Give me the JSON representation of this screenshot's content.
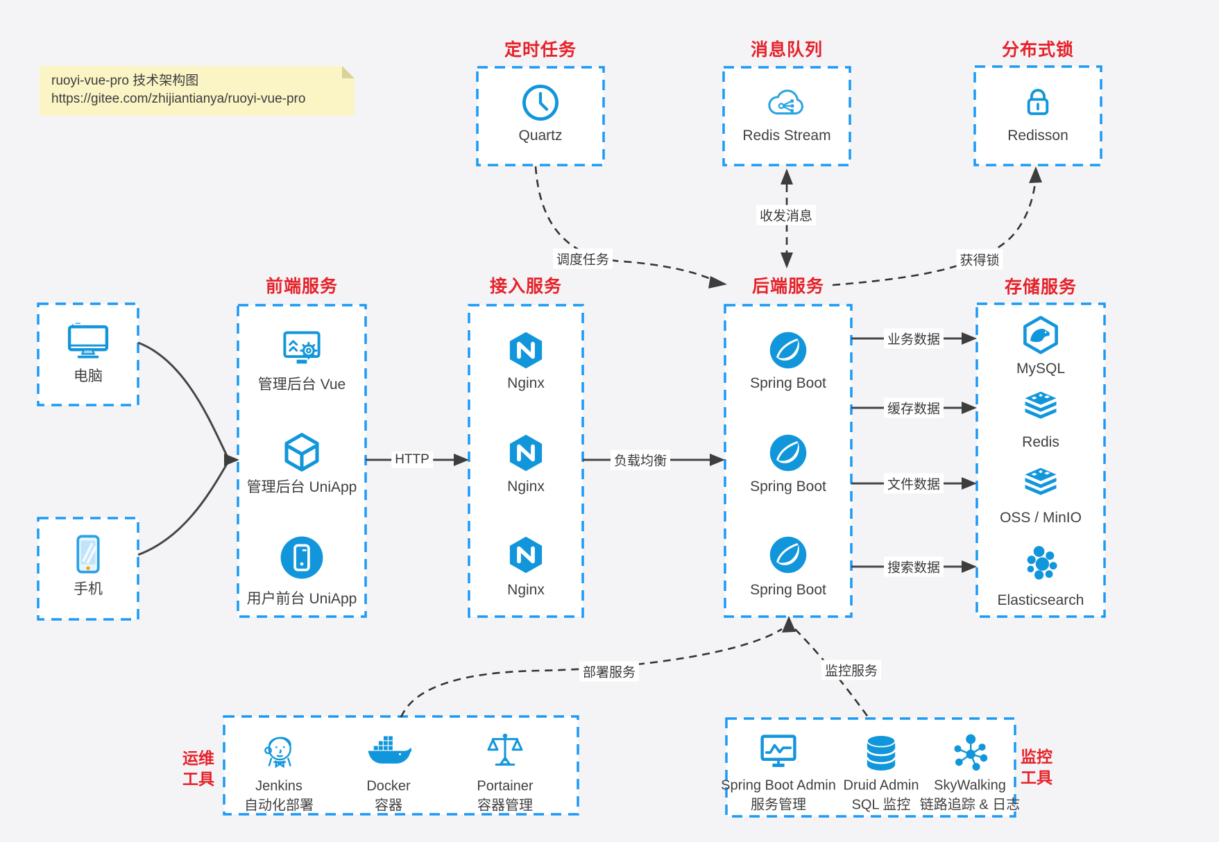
{
  "note": {
    "line1": "ruoyi-vue-pro 技术架构图",
    "line2": "https://gitee.com/zhijiantianya/ruoyi-vue-pro"
  },
  "colors": {
    "border_blue": "#1b9af5",
    "icon_blue": "#1296db",
    "title_red": "#e62129",
    "arrow_dark": "#3d3d3d",
    "note_bg": "#fbf5c6",
    "background": "#f4f4f6"
  },
  "top_groups": [
    {
      "title": "定时任务",
      "item": {
        "label": "Quartz",
        "icon": "clock-icon"
      }
    },
    {
      "title": "消息队列",
      "item": {
        "label": "Redis Stream",
        "icon": "cloud-message-icon"
      }
    },
    {
      "title": "分布式锁",
      "item": {
        "label": "Redisson",
        "icon": "lock-icon"
      }
    }
  ],
  "clients": [
    {
      "label": "电脑",
      "icon": "desktop-icon"
    },
    {
      "label": "手机",
      "icon": "smartphone-icon"
    }
  ],
  "columns": [
    {
      "title": "前端服务",
      "items": [
        {
          "label": "管理后台 Vue",
          "icon": "admin-vue-icon"
        },
        {
          "label": "管理后台 UniApp",
          "icon": "cube-icon"
        },
        {
          "label": "用户前台 UniApp",
          "icon": "user-app-icon"
        }
      ]
    },
    {
      "title": "接入服务",
      "items": [
        {
          "label": "Nginx",
          "icon": "nginx-icon"
        },
        {
          "label": "Nginx",
          "icon": "nginx-icon"
        },
        {
          "label": "Nginx",
          "icon": "nginx-icon"
        }
      ]
    },
    {
      "title": "后端服务",
      "items": [
        {
          "label": "Spring Boot",
          "icon": "spring-icon"
        },
        {
          "label": "Spring Boot",
          "icon": "spring-icon"
        },
        {
          "label": "Spring Boot",
          "icon": "spring-icon"
        }
      ]
    },
    {
      "title": "存储服务",
      "items": [
        {
          "label": "MySQL",
          "icon": "mysql-icon"
        },
        {
          "label": "Redis",
          "icon": "storage-layers-icon"
        },
        {
          "label": "OSS / MinIO",
          "icon": "storage-layers-icon"
        },
        {
          "label": "Elasticsearch",
          "icon": "elasticsearch-icon"
        }
      ]
    }
  ],
  "bottom_groups": [
    {
      "title_line1": "运维",
      "title_line2": "工具",
      "items": [
        {
          "label": "Jenkins",
          "sublabel": "自动化部署",
          "icon": "jenkins-icon"
        },
        {
          "label": "Docker",
          "sublabel": "容器",
          "icon": "docker-icon"
        },
        {
          "label": "Portainer",
          "sublabel": "容器管理",
          "icon": "portainer-icon"
        }
      ]
    },
    {
      "title_line1": "监控",
      "title_line2": "工具",
      "items": [
        {
          "label": "Spring Boot Admin",
          "sublabel": "服务管理",
          "icon": "spring-boot-admin-icon"
        },
        {
          "label": "Druid Admin",
          "sublabel": "SQL 监控",
          "icon": "druid-icon"
        },
        {
          "label": "SkyWalking",
          "sublabel": "链路追踪 & 日志",
          "icon": "skywalking-icon"
        }
      ]
    }
  ],
  "edge_labels": {
    "http": "HTTP",
    "load_balance": "负载均衡",
    "business_data": "业务数据",
    "cache_data": "缓存数据",
    "file_data": "文件数据",
    "search_data": "搜索数据",
    "schedule_task": "调度任务",
    "send_receive_message": "收发消息",
    "acquire_lock": "获得锁",
    "deploy_service": "部署服务",
    "monitor_service": "监控服务"
  }
}
